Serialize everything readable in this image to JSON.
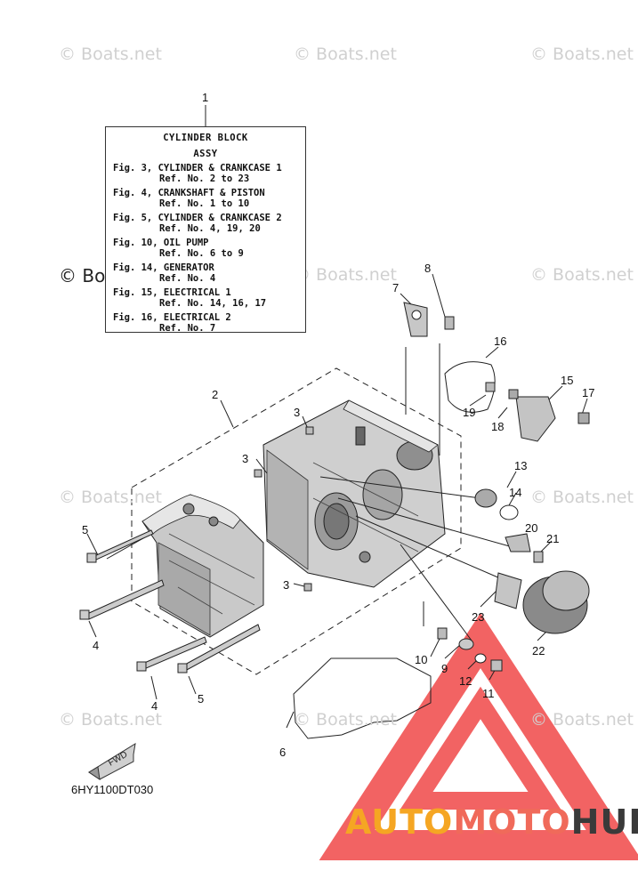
{
  "watermarks": [
    "© Boats.net",
    "© Boats.net",
    "© Boats.net",
    "© Boats.net",
    "© Boats.net",
    "© Boats.net",
    "© Boats.net",
    "© Boats.net",
    "© Boats.net",
    "© Boats.net",
    "© Boats.net"
  ],
  "reference_box": {
    "title": "CYLINDER BLOCK",
    "subtitle": "ASSY",
    "entries": [
      {
        "fig": "Fig. 3, CYLINDER & CRANKCASE 1",
        "ref": "Ref. No. 2 to 23"
      },
      {
        "fig": "Fig. 4, CRANKSHAFT & PISTON",
        "ref": "Ref. No. 1 to 10"
      },
      {
        "fig": "Fig. 5, CYLINDER & CRANKCASE 2",
        "ref": "Ref. No. 4, 19, 20"
      },
      {
        "fig": "Fig. 10, OIL PUMP",
        "ref": "Ref. No. 6 to 9"
      },
      {
        "fig": "Fig. 14, GENERATOR",
        "ref": "Ref. No. 4"
      },
      {
        "fig": "Fig. 15, ELECTRICAL 1",
        "ref": "Ref. No. 14, 16, 17"
      },
      {
        "fig": "Fig. 16, ELECTRICAL 2",
        "ref": "Ref. No. 7"
      }
    ]
  },
  "callouts": [
    "1",
    "2",
    "3",
    "3",
    "3",
    "4",
    "4",
    "5",
    "5",
    "6",
    "7",
    "8",
    "9",
    "10",
    "11",
    "12",
    "13",
    "14",
    "15",
    "16",
    "17",
    "18",
    "19",
    "20",
    "21",
    "22",
    "23"
  ],
  "fwd_label": "FWD",
  "diagram_code": "6HY1100DT030",
  "logo": {
    "part1": "AUTO",
    "part2": "MOTO",
    "part3": "HUB",
    "color1": "#f5a623",
    "color2": "#f06a5a",
    "color3": "#3a3a3a"
  }
}
